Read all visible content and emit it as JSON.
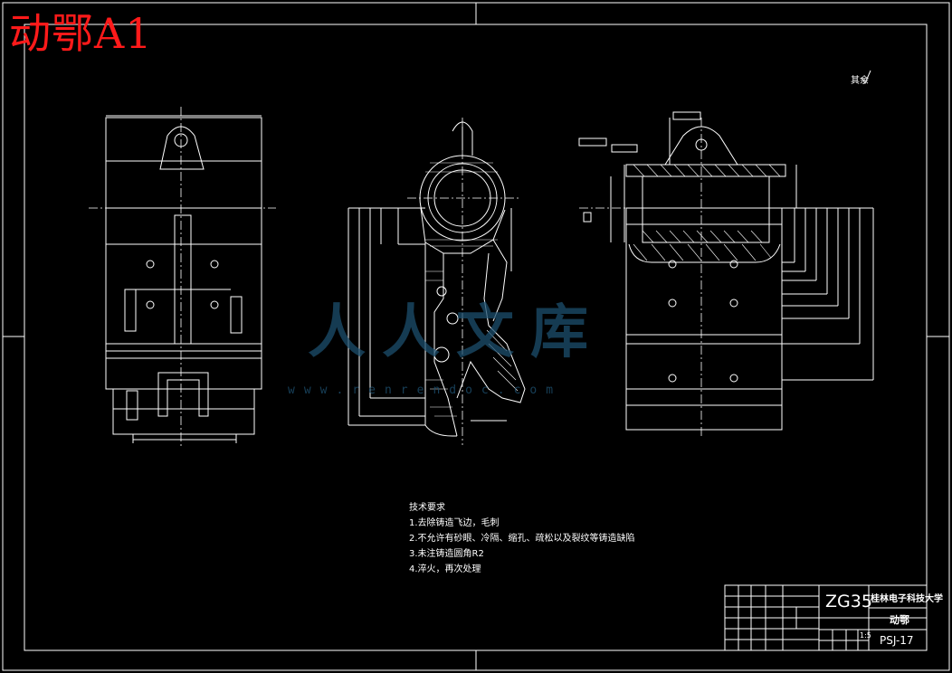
{
  "drawing": {
    "title": "动鄂A1",
    "roughness_note": "其余"
  },
  "notes": {
    "heading": "技术要求",
    "items": [
      "1.去除铸造飞边，毛刺",
      "2.不允许有砂眼、冷隔、缩孔、疏松以及裂纹等铸造缺陷",
      "3.未注铸造圆角R2",
      "4.淬火，再次处理"
    ]
  },
  "title_block": {
    "material": "ZG35",
    "school": "桂林电子科技大学",
    "part_name": "动鄂",
    "scale": "1:5",
    "drawing_no": "PSJ-17"
  },
  "watermark": {
    "text": "人人文库",
    "url": "www.renrendoc.com"
  }
}
